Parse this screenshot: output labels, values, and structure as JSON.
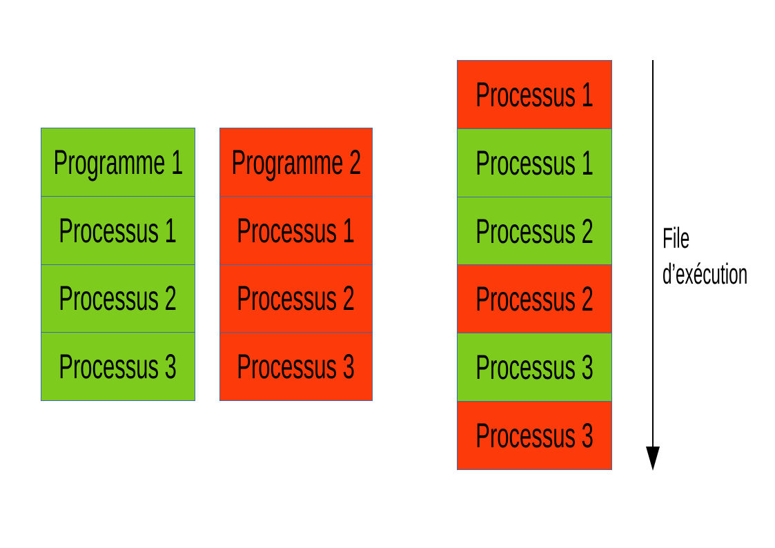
{
  "diagram": {
    "description": "Process scheduling diagram: two programs decomposed into processes and their interleaved execution queue",
    "colors": {
      "green": "#7dcb1d",
      "red": "#fc3a0a",
      "border": "#3a6bb0",
      "arrow": "#000000",
      "text": "#000000",
      "background": "#ffffff"
    },
    "columns": [
      {
        "name": "programme-1",
        "cells": [
          {
            "label": "Programme 1",
            "color": "#7dcb1d"
          },
          {
            "label": "Processus 1",
            "color": "#7dcb1d"
          },
          {
            "label": "Processus 2",
            "color": "#7dcb1d"
          },
          {
            "label": "Processus 3",
            "color": "#7dcb1d"
          }
        ]
      },
      {
        "name": "programme-2",
        "cells": [
          {
            "label": "Programme 2",
            "color": "#fc3a0a"
          },
          {
            "label": "Processus 1",
            "color": "#fc3a0a"
          },
          {
            "label": "Processus 2",
            "color": "#fc3a0a"
          },
          {
            "label": "Processus 3",
            "color": "#fc3a0a"
          }
        ]
      },
      {
        "name": "file-execution",
        "cells": [
          {
            "label": "Processus 1",
            "color": "#fc3a0a"
          },
          {
            "label": "Processus 1",
            "color": "#7dcb1d"
          },
          {
            "label": "Processus 2",
            "color": "#7dcb1d"
          },
          {
            "label": "Processus 2",
            "color": "#fc3a0a"
          },
          {
            "label": "Processus 3",
            "color": "#7dcb1d"
          },
          {
            "label": "Processus 3",
            "color": "#fc3a0a"
          }
        ]
      }
    ],
    "arrow": {
      "label_line1": "File",
      "label_line2": "d’exécution"
    }
  }
}
